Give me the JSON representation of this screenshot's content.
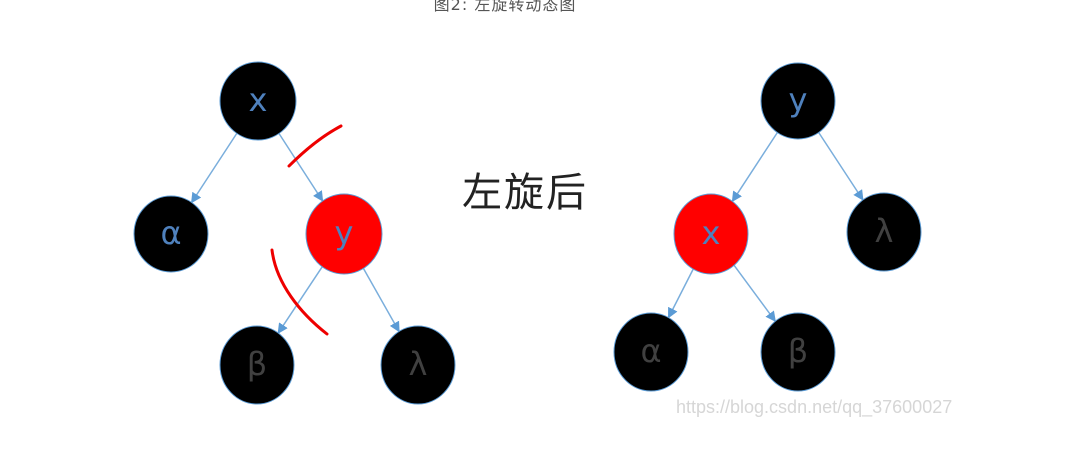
{
  "caption": "图2: 左旋转动态图",
  "middle_label": "左旋后",
  "watermark": "https://blog.csdn.net/qq_37600027",
  "colors": {
    "black_node": "#000000",
    "red_node": "#ff0000",
    "node_border": "#5b9bd5",
    "edge": "#7aaedc",
    "text_blue": "#4f81bd",
    "text_gray": "#404040",
    "cut_mark": "#ee0000"
  },
  "before_tree": {
    "nodes": {
      "x": {
        "label": "x",
        "fill": "black"
      },
      "alpha": {
        "label": "α",
        "fill": "black"
      },
      "y": {
        "label": "y",
        "fill": "red"
      },
      "beta": {
        "label": "β",
        "fill": "black"
      },
      "lambda": {
        "label": "λ",
        "fill": "black"
      }
    },
    "edges": [
      [
        "x",
        "alpha"
      ],
      [
        "x",
        "y"
      ],
      [
        "y",
        "beta"
      ],
      [
        "y",
        "lambda"
      ]
    ]
  },
  "after_tree": {
    "nodes": {
      "y": {
        "label": "y",
        "fill": "black"
      },
      "x": {
        "label": "x",
        "fill": "red"
      },
      "lambda": {
        "label": "λ",
        "fill": "black"
      },
      "alpha": {
        "label": "α",
        "fill": "black"
      },
      "beta": {
        "label": "β",
        "fill": "black"
      }
    },
    "edges": [
      [
        "y",
        "x"
      ],
      [
        "y",
        "lambda"
      ],
      [
        "x",
        "alpha"
      ],
      [
        "x",
        "beta"
      ]
    ]
  }
}
